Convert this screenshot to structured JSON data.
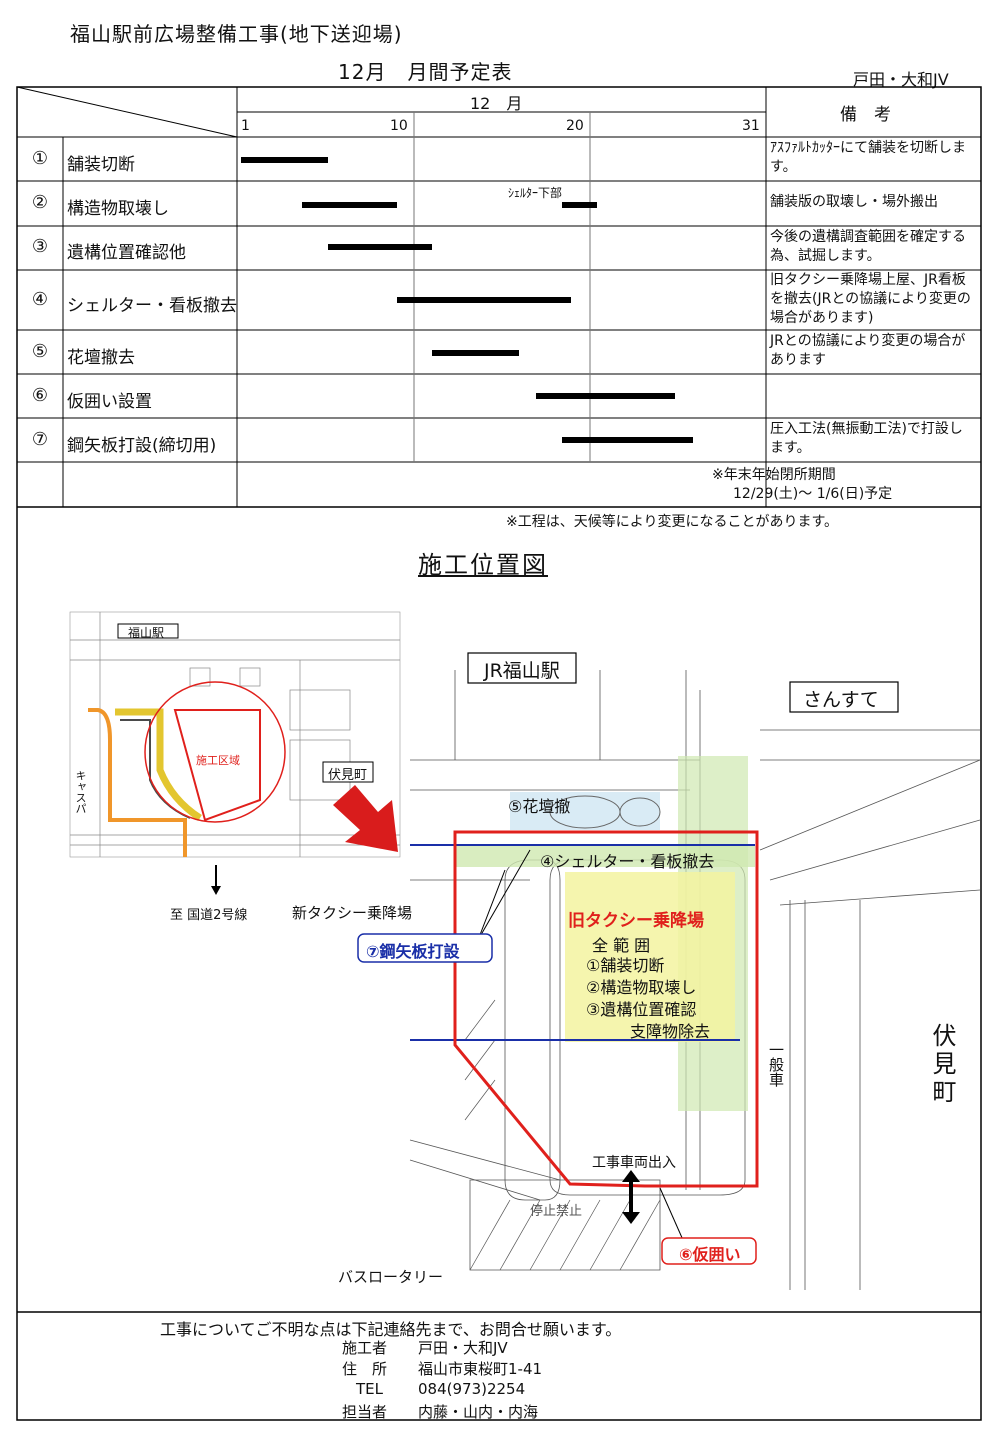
{
  "header": {
    "title": "福山駅前広場整備工事(地下送迎場)",
    "subtitle": "12月　月間予定表",
    "company": "戸田・大和JV"
  },
  "schedule": {
    "month_label": "12　月",
    "remarks_header": "備　考",
    "day_ticks": [
      "1",
      "10",
      "20",
      "31"
    ],
    "tasks": [
      {
        "no": "①",
        "name": "舗装切断",
        "start": 1,
        "end": 6,
        "remark": "ｱｽﾌｧﾙﾄｶｯﾀｰにて舗装を切断します。"
      },
      {
        "no": "②",
        "name": "構造物取壊し",
        "start": 4.5,
        "end": 10,
        "start2": 19.5,
        "end2": 21.5,
        "bar_label": "ｼｪﾙﾀｰ下部",
        "remark": "舗装版の取壊し・場外搬出"
      },
      {
        "no": "③",
        "name": "遺構位置確認他",
        "start": 6,
        "end": 12,
        "remark": "今後の遺構調査範囲を確定する為、試掘します。"
      },
      {
        "no": "④",
        "name": "シェルター・看板撤去",
        "start": 10,
        "end": 20,
        "remark": "旧タクシー乗降場上屋、JR看板を撤去(JRとの協議により変更の場合があります)"
      },
      {
        "no": "⑤",
        "name": "花壇撤去",
        "start": 12,
        "end": 17,
        "remark": "JRとの協議により変更の場合があります"
      },
      {
        "no": "⑥",
        "name": "仮囲い設置",
        "start": 18,
        "end": 26,
        "remark": ""
      },
      {
        "no": "⑦",
        "name": "鋼矢板打設(締切用)",
        "start": 19.5,
        "end": 27,
        "remark": "圧入工法(無振動工法)で打設します。"
      }
    ],
    "closure_note_1": "※年末年始閉所期間",
    "closure_note_2": "12/29(土)～ 1/6(日)予定",
    "weather_note": "※工程は、天候等により変更になることがあります。"
  },
  "map": {
    "heading": "施工位置図",
    "inset": {
      "station": "福山駅",
      "area": "施工区域",
      "town": "伏見町",
      "direction": "至 国道2号線",
      "katakana": "キャスパ"
    },
    "main": {
      "station": "JR福山駅",
      "sansute": "さんすて",
      "fushimi": "伏見町",
      "new_taxi": "新タクシー乗降場",
      "bus": "バスロータリー",
      "flowers": "⑤花壇撤",
      "shelter": "④シェルター・看板撤去",
      "old_taxi": "旧タクシー乗降場",
      "scope_lines": [
        "全 範 囲",
        "①舗装切断",
        "②構造物取壊し",
        "③遺構位置確認",
        "支障物除去"
      ],
      "sheet_pile": "⑦鋼矢板打設",
      "general_car": "一般車",
      "vehicle_entry": "工事車両出入",
      "fence": "⑥仮囲い",
      "stop_ban": "停止禁止"
    }
  },
  "footer": {
    "inquiry": "工事についてご不明な点は下記連絡先まで、お問合せ願います。",
    "contractor_label": "施工者",
    "contractor": "戸田・大和JV",
    "address_label": "住　所",
    "address": "福山市東桜町1-41",
    "tel_label": "TEL",
    "tel": "084(973)2254",
    "person_label": "担当者",
    "person": "内藤・山内・内海"
  },
  "colors": {
    "red": "#e0201c",
    "blue": "#1a2fa8",
    "highlight_yellow": "#f3f3a0",
    "highlight_green": "#cfe8b0",
    "highlight_blue": "#cfe6f3"
  }
}
